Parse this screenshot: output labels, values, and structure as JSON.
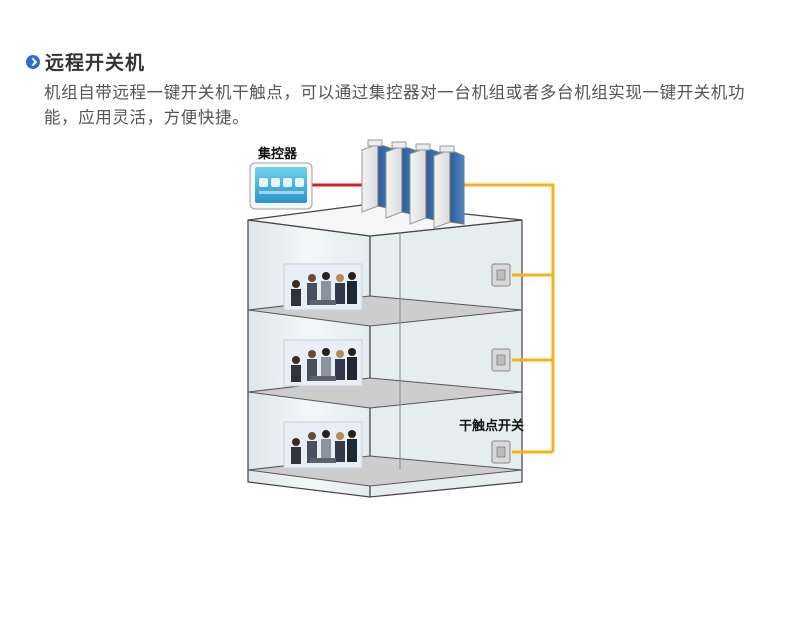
{
  "header": {
    "title_icon": "chevron-right-circle-icon",
    "title": "远程开关机",
    "description": "机组自带远程一键开关机干触点，可以通过集控器对一台机组或者多台机组实现一键开关机功能，应用灵活，方便快捷。"
  },
  "diagram": {
    "controller_label": "集控器",
    "switch_label": "干触点开关",
    "colors": {
      "controller_link": "#d42020",
      "switch_wiring": "#f3b31b",
      "accent": "#2b6fd6"
    }
  }
}
